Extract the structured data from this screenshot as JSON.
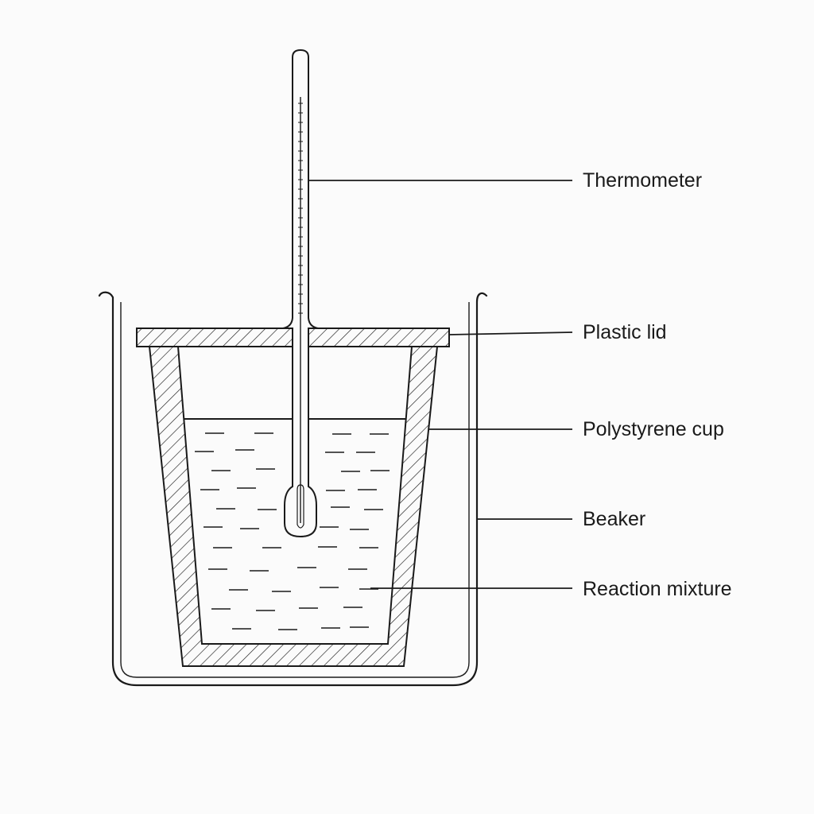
{
  "labels": {
    "thermometer": "Thermometer",
    "plastic_lid": "Plastic lid",
    "polystyrene_cup": "Polystyrene cup",
    "beaker": "Beaker",
    "reaction_mixture": "Reaction mixture"
  },
  "colors": {
    "ink": "#1a1a1a",
    "background": "#fbfbfb"
  }
}
